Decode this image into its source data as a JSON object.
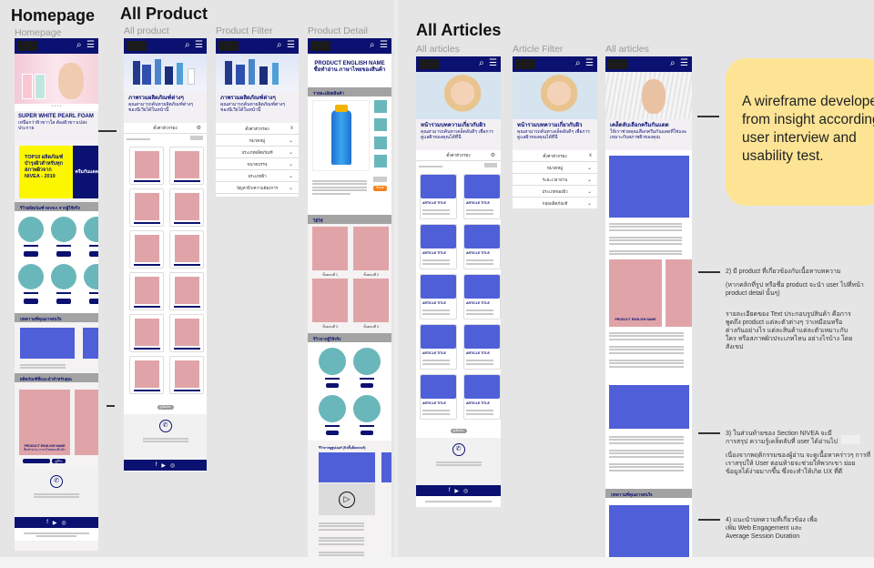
{
  "sections": {
    "homepage": "Homepage",
    "all_product": "All Product",
    "all_articles": "All Articles"
  },
  "frames": {
    "homepage": "Homepage",
    "all_product": "All product",
    "product_filter": "Product Filter",
    "product_detail": "Product Detail",
    "all_articles": "All articles",
    "article_filter": "Article Filter",
    "article_detail": "All articles"
  },
  "homepage": {
    "hero_title": "SUPER WHITE PEARL FOAM",
    "hero_sub": "เหนือกว่าผิวขาวใส ต้องผิวขาวเปล่งประกาย",
    "banner_title": "TOP10 ผลิตภัณฑ์บำรุงผิวสำหรับทุกสภาพผิวจาก NIVEA - 2019",
    "banner_side": "ครีมกันแดด",
    "reviews_header": "รีวิวผลิตภัณฑ์ NIVEA จากผู้ใช้จริง",
    "articles_header": "บทความที่คุณอาจสนใจ",
    "products_header": "ผลิตภัณฑ์ที่แนะนำสำหรับคุณ",
    "product_name": "PRODUCT ENGLISH NAME",
    "product_thai": "ชื่อทำอ่าน ภาษาไทยของสินค้า",
    "review_button": "ดูรีวิว"
  },
  "all_product": {
    "title": "ภาพรวมผลิตภัณฑ์ต่างๆ",
    "subtitle": "คุณสามารถค้นหาผลิตภัณฑ์ต่างๆ ของนีเวียได้ในหน้านี้",
    "filter_label": "ตั้งค่าตัวกรอง",
    "load_more": "ดูเพิ่มเติม",
    "filter_items": [
      "ตั้งค่าตัวกรอง",
      "หมวดหมู่",
      "ประเภทผลิตภัณฑ์",
      "ขนาดบรรจุ",
      "ประเภทผิว",
      "ปัญหาผิว/ความต้องการ"
    ]
  },
  "product_detail": {
    "name": "PRODUCT ENGLISH NAME",
    "thai": "ชื่อทำอ่าน ภาษาไทยของสินค้า",
    "details_header": "รายละเอียดสินค้า",
    "buy": "ซื้อเลย",
    "howto_header": "วิธีใช้",
    "steps": [
      "ขั้นตอนที่ 1",
      "ขั้นตอนที่ 2",
      "ขั้นตอนที่ 3",
      "ขั้นตอนที่ 4"
    ],
    "reviews_header": "รีวิวจากผู้ใช้จริง",
    "video_header": "รีวิวจากยูทูปเบอร์ (บิวตี้บล็อกเกอร์)"
  },
  "all_articles": {
    "title": "หน้ารวมบทความเกี่ยวกับผิว",
    "subtitle": "คุณสามารถค้นหาเคล็ดลับดีๆ เพื่อการดูแลผิวของคุณได้ที่นี่",
    "filter_label": "ตั้งค่าตัวกรอง",
    "card_title": "ARTICLE TITLE",
    "load_more": "ดูเพิ่มเติม",
    "filter_items": [
      "ตั้งค่าตัวกรอง",
      "หมวดหมู่",
      "ระยะเวลาอ่าน",
      "ประเภทของผิว",
      "กลุ่มผลิตภัณฑ์"
    ]
  },
  "article_detail": {
    "title": "เคล็ดลับเลือกครีมกันแดด",
    "subtitle": "ให้เราช่วยคุณเลือกครีมกันแดดที่ใช่และเหมาะกับสภาพผิวของคุณ",
    "related_header": "บทความที่คุณอาจสนใจ"
  },
  "note": "A wireframe developed from insight according to user interview and usability test.",
  "annotations": [
    {
      "title": "2) มี product ที่เกี่ยวข้องกับเนื้อหาบทความ",
      "body": "(หากคลิกที่รูป หรือชื่อ product จะนำ user ไปที่หน้า product detail นั้นๆ)",
      "extra": "รายละเอียดของ Text ประกอบรูปสินค้า คือการพูดถึง product แต่ละตัวต่างๆ ว่าเหมือนหรือต่างกันอย่างไร แต่ละสินค้าแต่ละตัวเหมาะกับใคร หรือสภาพผิวประเภทไหน อย่างไรบ้าง โดยสังเขป"
    },
    {
      "title": "3) ในส่วนท้ายของ Section NIVEA จะมีการสรุป ความรู้เคล็ดลับที่ user ได้อ่านไป",
      "body": "เนื่องจากพฤติกรรมของผู้อ่าน จะดูเนื้อหาคร่าวๆ การที่เราสรุปให้ User ตอนท้ายจะช่วยให้พวกเขา ย่อยข้อมูลได้ง่ายมากขึ้น ซึ่งจะทำให้เกิด UX ที่ดี",
      "extra": ""
    },
    {
      "title": "4) แนะนำบทความที่เกี่ยวข้อง เพื่อเพิ่ม Web Engagement และ Average Session Duration",
      "body": "",
      "extra": ""
    }
  ],
  "colors": {
    "navy": "#0b1170",
    "placeholder_product": "#e0a4a8",
    "placeholder_article": "#4f5fd8",
    "avatar": "#6ab7bb",
    "note": "#fde495",
    "banner_yellow": "#fcf700"
  }
}
